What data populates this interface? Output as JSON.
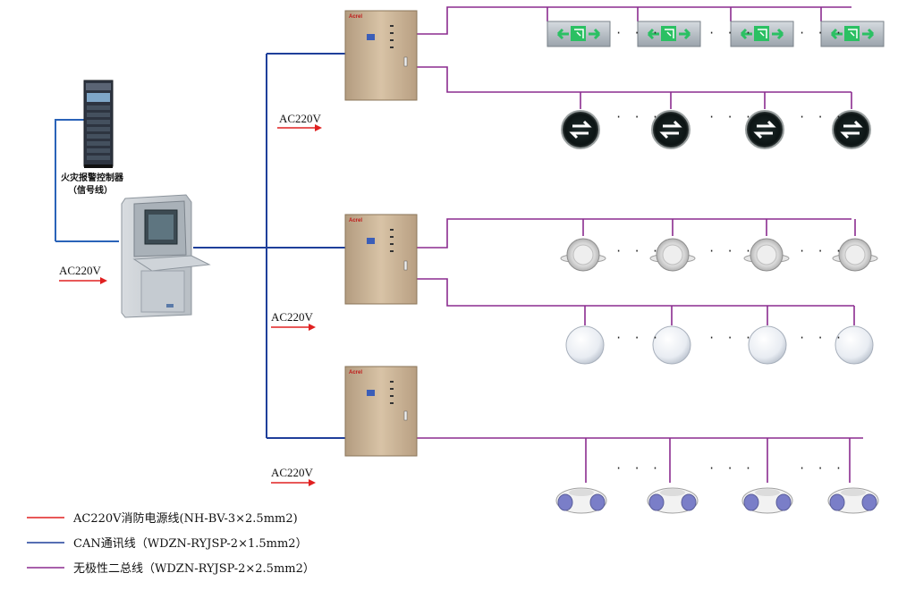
{
  "labels": {
    "fire_controller": "火灾报警控制器",
    "signal_line": "（信号线）",
    "ac_main": "AC220V",
    "ac_box1": "AC220V",
    "ac_box2": "AC220V",
    "ac_box3": "AC220V"
  },
  "dots": "· · ·",
  "legend": [
    {
      "text": "AC220V消防电源线(NH-BV-3×2.5mm2)",
      "color": "#e02020"
    },
    {
      "text": "CAN通讯线（WDZN-RYJSP-2×1.5mm2）",
      "color": "#1f3f9a"
    },
    {
      "text": "无极性二总线（WDZN-RYJSP-2×2.5mm2）",
      "color": "#8b2c8f"
    }
  ],
  "colors": {
    "power": "#e02020",
    "can": "#1f3f9a",
    "bus": "#8b2c8f",
    "can_light": "#2a63b8"
  }
}
